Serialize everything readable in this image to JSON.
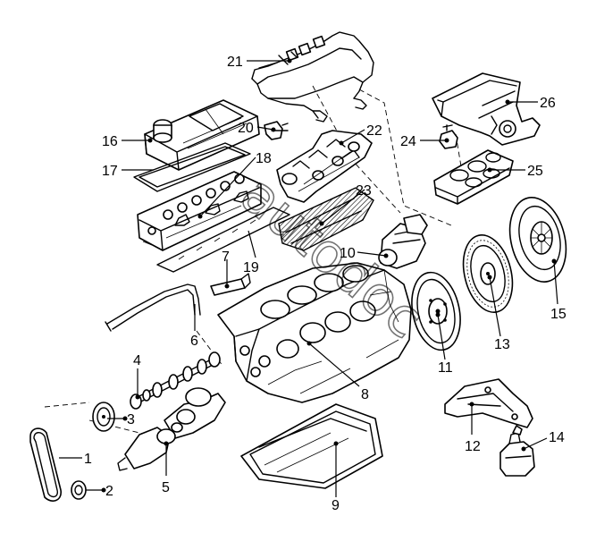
{
  "diagram": {
    "callouts": [
      "1",
      "2",
      "3",
      "4",
      "5",
      "6",
      "7",
      "8",
      "9",
      "10",
      "11",
      "12",
      "13",
      "14",
      "15",
      "16",
      "17",
      "18",
      "19",
      "20",
      "21",
      "22",
      "23",
      "24",
      "25",
      "26"
    ],
    "watermark_text": "autodoc"
  }
}
